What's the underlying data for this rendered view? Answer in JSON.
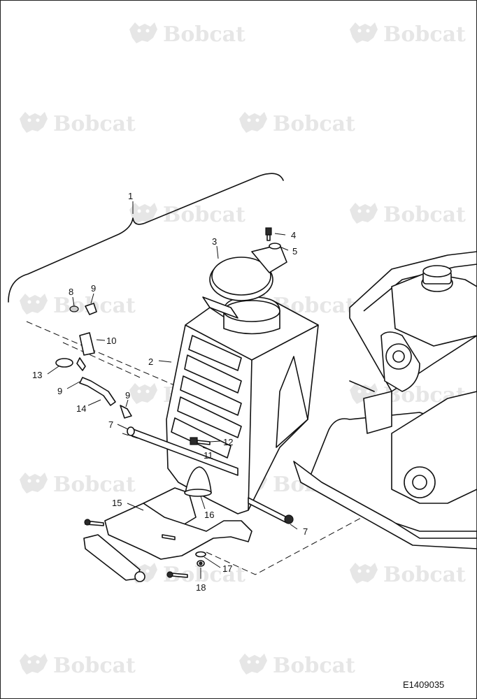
{
  "watermark": {
    "text": "Bobcat",
    "icon": "bobcat-logo-icon"
  },
  "callouts": [
    {
      "id": "c1",
      "label": "1"
    },
    {
      "id": "c2",
      "label": "2"
    },
    {
      "id": "c3",
      "label": "3"
    },
    {
      "id": "c4",
      "label": "4"
    },
    {
      "id": "c5",
      "label": "5"
    },
    {
      "id": "c7a",
      "label": "7"
    },
    {
      "id": "c7b",
      "label": "7"
    },
    {
      "id": "c8",
      "label": "8"
    },
    {
      "id": "c9a",
      "label": "9"
    },
    {
      "id": "c9b",
      "label": "9"
    },
    {
      "id": "c9c",
      "label": "9"
    },
    {
      "id": "c10",
      "label": "10"
    },
    {
      "id": "c11",
      "label": "11"
    },
    {
      "id": "c12",
      "label": "12"
    },
    {
      "id": "c13",
      "label": "13"
    },
    {
      "id": "c14",
      "label": "14"
    },
    {
      "id": "c15",
      "label": "15"
    },
    {
      "id": "c16",
      "label": "16"
    },
    {
      "id": "c17",
      "label": "17"
    },
    {
      "id": "c18",
      "label": "18"
    }
  ],
  "figure_code": "E1409035"
}
